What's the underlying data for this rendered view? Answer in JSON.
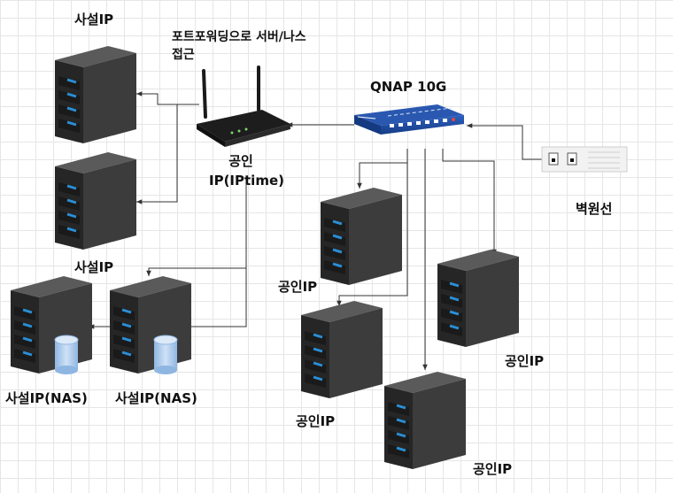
{
  "labels": {
    "private_ip_top": "사설IP",
    "port_forward_line1": "포트포워딩으로 서버/나스",
    "port_forward_line2": "접근",
    "qnap": "QNAP 10G",
    "router_line1": "공인",
    "router_line2": "IP(IPtime)",
    "wall_jack": "벽원선",
    "private_ip_mid": "사설IP",
    "public_ip_a": "공인IP",
    "public_ip_b": "공인IP",
    "public_ip_c": "공인IP",
    "public_ip_d": "공인IP",
    "nas_left": "사설IP(NAS)",
    "nas_right": "사설IP(NAS)"
  },
  "colors": {
    "server_front": "#3a3a3a",
    "server_side": "#222222",
    "server_top": "#555555",
    "server_led": "#2a8fd6",
    "switch_body": "#1b4aa0",
    "router_body": "#2a2a2a",
    "wire": "#333333",
    "disk": "#a8c8ec"
  }
}
